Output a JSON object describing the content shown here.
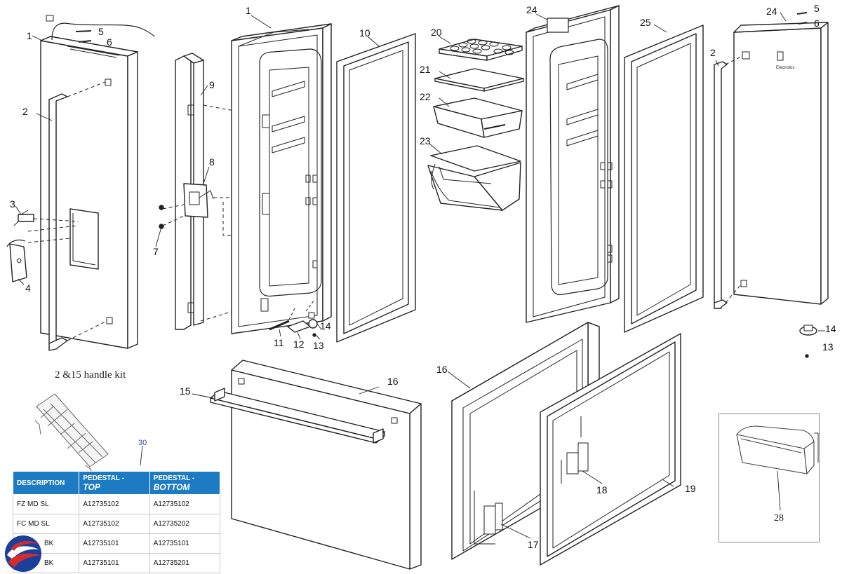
{
  "callouts": [
    {
      "id": "c1a",
      "text": "1"
    },
    {
      "id": "c5a",
      "text": "5"
    },
    {
      "id": "c6a",
      "text": "6"
    },
    {
      "id": "c2a",
      "text": "2"
    },
    {
      "id": "c3",
      "text": "3"
    },
    {
      "id": "c4",
      "text": "4"
    },
    {
      "id": "c9",
      "text": "9"
    },
    {
      "id": "c8",
      "text": "8"
    },
    {
      "id": "c7",
      "text": "7"
    },
    {
      "id": "c1b",
      "text": "1"
    },
    {
      "id": "c10",
      "text": "10"
    },
    {
      "id": "c11",
      "text": "11"
    },
    {
      "id": "c12",
      "text": "12"
    },
    {
      "id": "c13a",
      "text": "13"
    },
    {
      "id": "c14a",
      "text": "14"
    },
    {
      "id": "c20",
      "text": "20"
    },
    {
      "id": "c21",
      "text": "21"
    },
    {
      "id": "c22",
      "text": "22"
    },
    {
      "id": "c23",
      "text": "23"
    },
    {
      "id": "c24a",
      "text": "24"
    },
    {
      "id": "c25",
      "text": "25"
    },
    {
      "id": "c24b",
      "text": "24"
    },
    {
      "id": "c5b",
      "text": "5"
    },
    {
      "id": "c6b",
      "text": "6"
    },
    {
      "id": "c2b",
      "text": "2"
    },
    {
      "id": "c14b",
      "text": "14"
    },
    {
      "id": "c13b",
      "text": "13"
    },
    {
      "id": "c15",
      "text": "15"
    },
    {
      "id": "c16a",
      "text": "16"
    },
    {
      "id": "c16b",
      "text": "16"
    },
    {
      "id": "c18",
      "text": "18"
    },
    {
      "id": "c19",
      "text": "19"
    },
    {
      "id": "c17",
      "text": "17"
    }
  ],
  "handle_kit": {
    "caption": "2 &15 handle kit",
    "number": "30"
  },
  "inset": {
    "label": "28"
  },
  "brand_mark": {
    "text": "Electrolux"
  },
  "table": {
    "headers": [
      {
        "main": "DESCRIPTION",
        "sub": ""
      },
      {
        "main": "PEDESTAL -",
        "sub": "TOP"
      },
      {
        "main": "PEDESTAL -",
        "sub": "BOTTOM"
      }
    ],
    "rows": [
      [
        "FZ MD SL",
        "A12735102",
        "A12735102"
      ],
      [
        "FC MD SL",
        "A12735102",
        "A12735202"
      ],
      [
        "BK",
        "A12735101",
        "A12735101"
      ],
      [
        "BK",
        "A12735101",
        "A12735201"
      ]
    ],
    "header_color": "#1d7bc4"
  },
  "logo": {
    "name": "electrolux-logo-icon",
    "colors": [
      "#1d3f9c",
      "#d62b2b"
    ]
  }
}
